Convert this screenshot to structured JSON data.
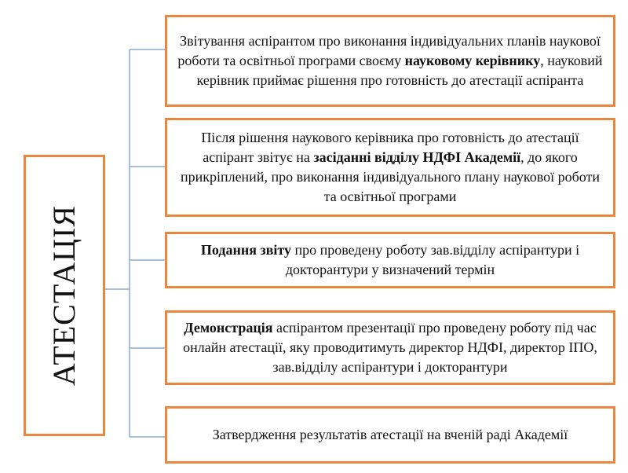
{
  "main": {
    "label": "АТЕСТАЦІЯ"
  },
  "steps": [
    {
      "segments": [
        {
          "text": "Звітування аспірантом про виконання індивідуальних планів наукової роботи та освітньої програми своєму ",
          "bold": false
        },
        {
          "text": "науковому керівнику",
          "bold": true
        },
        {
          "text": ", науковий керівник приймає рішення про готовність до атестації аспіранта",
          "bold": false
        }
      ]
    },
    {
      "segments": [
        {
          "text": "Після рішення наукового керівника про готовність до атестації аспірант звітує на ",
          "bold": false
        },
        {
          "text": "засіданні відділу НДФІ Академії",
          "bold": true
        },
        {
          "text": ", до якого прикріплений, про виконання індивідуального плану наукової роботи та освітньої програми",
          "bold": false
        }
      ]
    },
    {
      "segments": [
        {
          "text": "Подання звіту",
          "bold": true
        },
        {
          "text": " про проведену роботу зав.відділу аспірантури і докторантури у визначений термін",
          "bold": false
        }
      ]
    },
    {
      "segments": [
        {
          "text": "Демонстрація",
          "bold": true
        },
        {
          "text": " аспірантом презентації про проведену роботу під час онлайн атестації, яку проводитимуть директор НДФІ, директор ІПО, зав.відділу аспірантури і докторантури",
          "bold": false
        }
      ]
    },
    {
      "segments": [
        {
          "text": "Затвердження результатів атестації на вченій раді Академії",
          "bold": false
        }
      ]
    }
  ],
  "colors": {
    "box_border": "#e9873f",
    "connector": "#8eaad2"
  }
}
